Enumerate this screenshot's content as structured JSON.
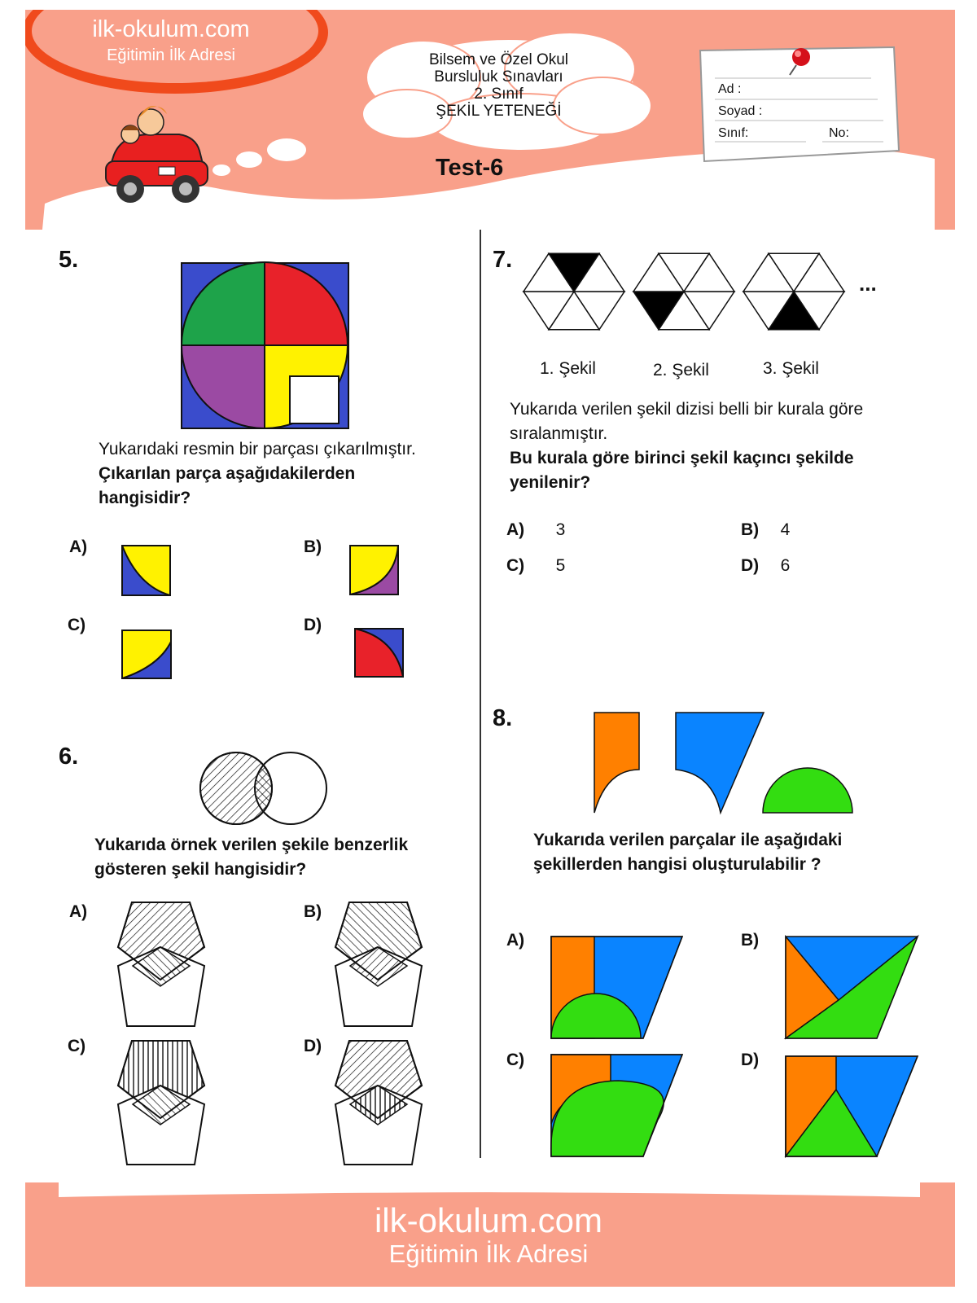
{
  "header": {
    "logo_site": "ilk-okulum.com",
    "logo_slogan": "Eğitimin İlk Adresi",
    "cloud_lines": [
      "Bilsem ve Özel Okul",
      "Bursluluk Sınavları",
      "2. Sınıf",
      "ŞEKİL YETENEĞİ"
    ],
    "test_title": "Test-6",
    "form": {
      "ad": "Ad :",
      "soyad": "Soyad :",
      "sinif": "Sınıf:",
      "no": "No:"
    }
  },
  "q5": {
    "number": "5.",
    "text": "Yukarıdaki resmin bir parçası çıkarılmıştır.",
    "question": "Çıkarılan parça aşağıdakilerden hangisidir?",
    "options": [
      "A)",
      "B)",
      "C)",
      "D)"
    ]
  },
  "q6": {
    "number": "6.",
    "question": "Yukarıda örnek verilen şekile benzerlik gösteren şekil hangisidir?",
    "options": [
      "A)",
      "B)",
      "C)",
      "D)"
    ]
  },
  "q7": {
    "number": "7.",
    "ellipsis": "...",
    "captions": [
      "1. Şekil",
      "2. Şekil",
      "3. Şekil"
    ],
    "text": "Yukarıda verilen şekil dizisi belli bir kurala göre sıralanmıştır.",
    "question": "Bu kurala göre birinci şekil kaçıncı şekilde yenilenir?",
    "options": [
      {
        "label": "A)",
        "value": "3"
      },
      {
        "label": "B)",
        "value": "4"
      },
      {
        "label": "C)",
        "value": "5"
      },
      {
        "label": "D)",
        "value": "6"
      }
    ]
  },
  "q8": {
    "number": "8.",
    "question": "Yukarıda verilen parçalar ile aşağıdaki şekillerden hangisi oluşturulabilir ?",
    "options": [
      "A)",
      "B)",
      "C)",
      "D)"
    ]
  },
  "footer": {
    "site": "ilk-okulum.com",
    "slogan": "Eğitimin İlk Adresi"
  },
  "colors": {
    "salmon": "#f9a08a",
    "logo_red": "#f04a1c",
    "blue": "#3a4ccc",
    "green": "#1ea34a",
    "red": "#e8222a",
    "purple": "#9b4aa3",
    "yellow": "#fff200",
    "orange": "#ff8000",
    "sky": "#0a84ff",
    "lime": "#33dd11"
  }
}
